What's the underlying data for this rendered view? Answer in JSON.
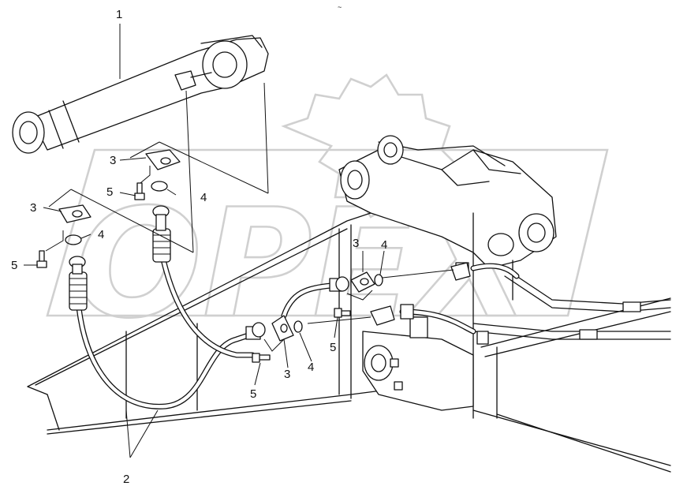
{
  "watermark": {
    "text": "OPEX"
  },
  "callouts": {
    "c1": "1",
    "c2": "2",
    "c3a": "3",
    "c3b": "3",
    "c3c": "3",
    "c3d": "3",
    "c4a": "4",
    "c4b": "4",
    "c4c": "4",
    "c4d": "4",
    "c5a": "5",
    "c5b": "5",
    "c5c": "5",
    "c5d": "5"
  },
  "corner_mark": "~"
}
